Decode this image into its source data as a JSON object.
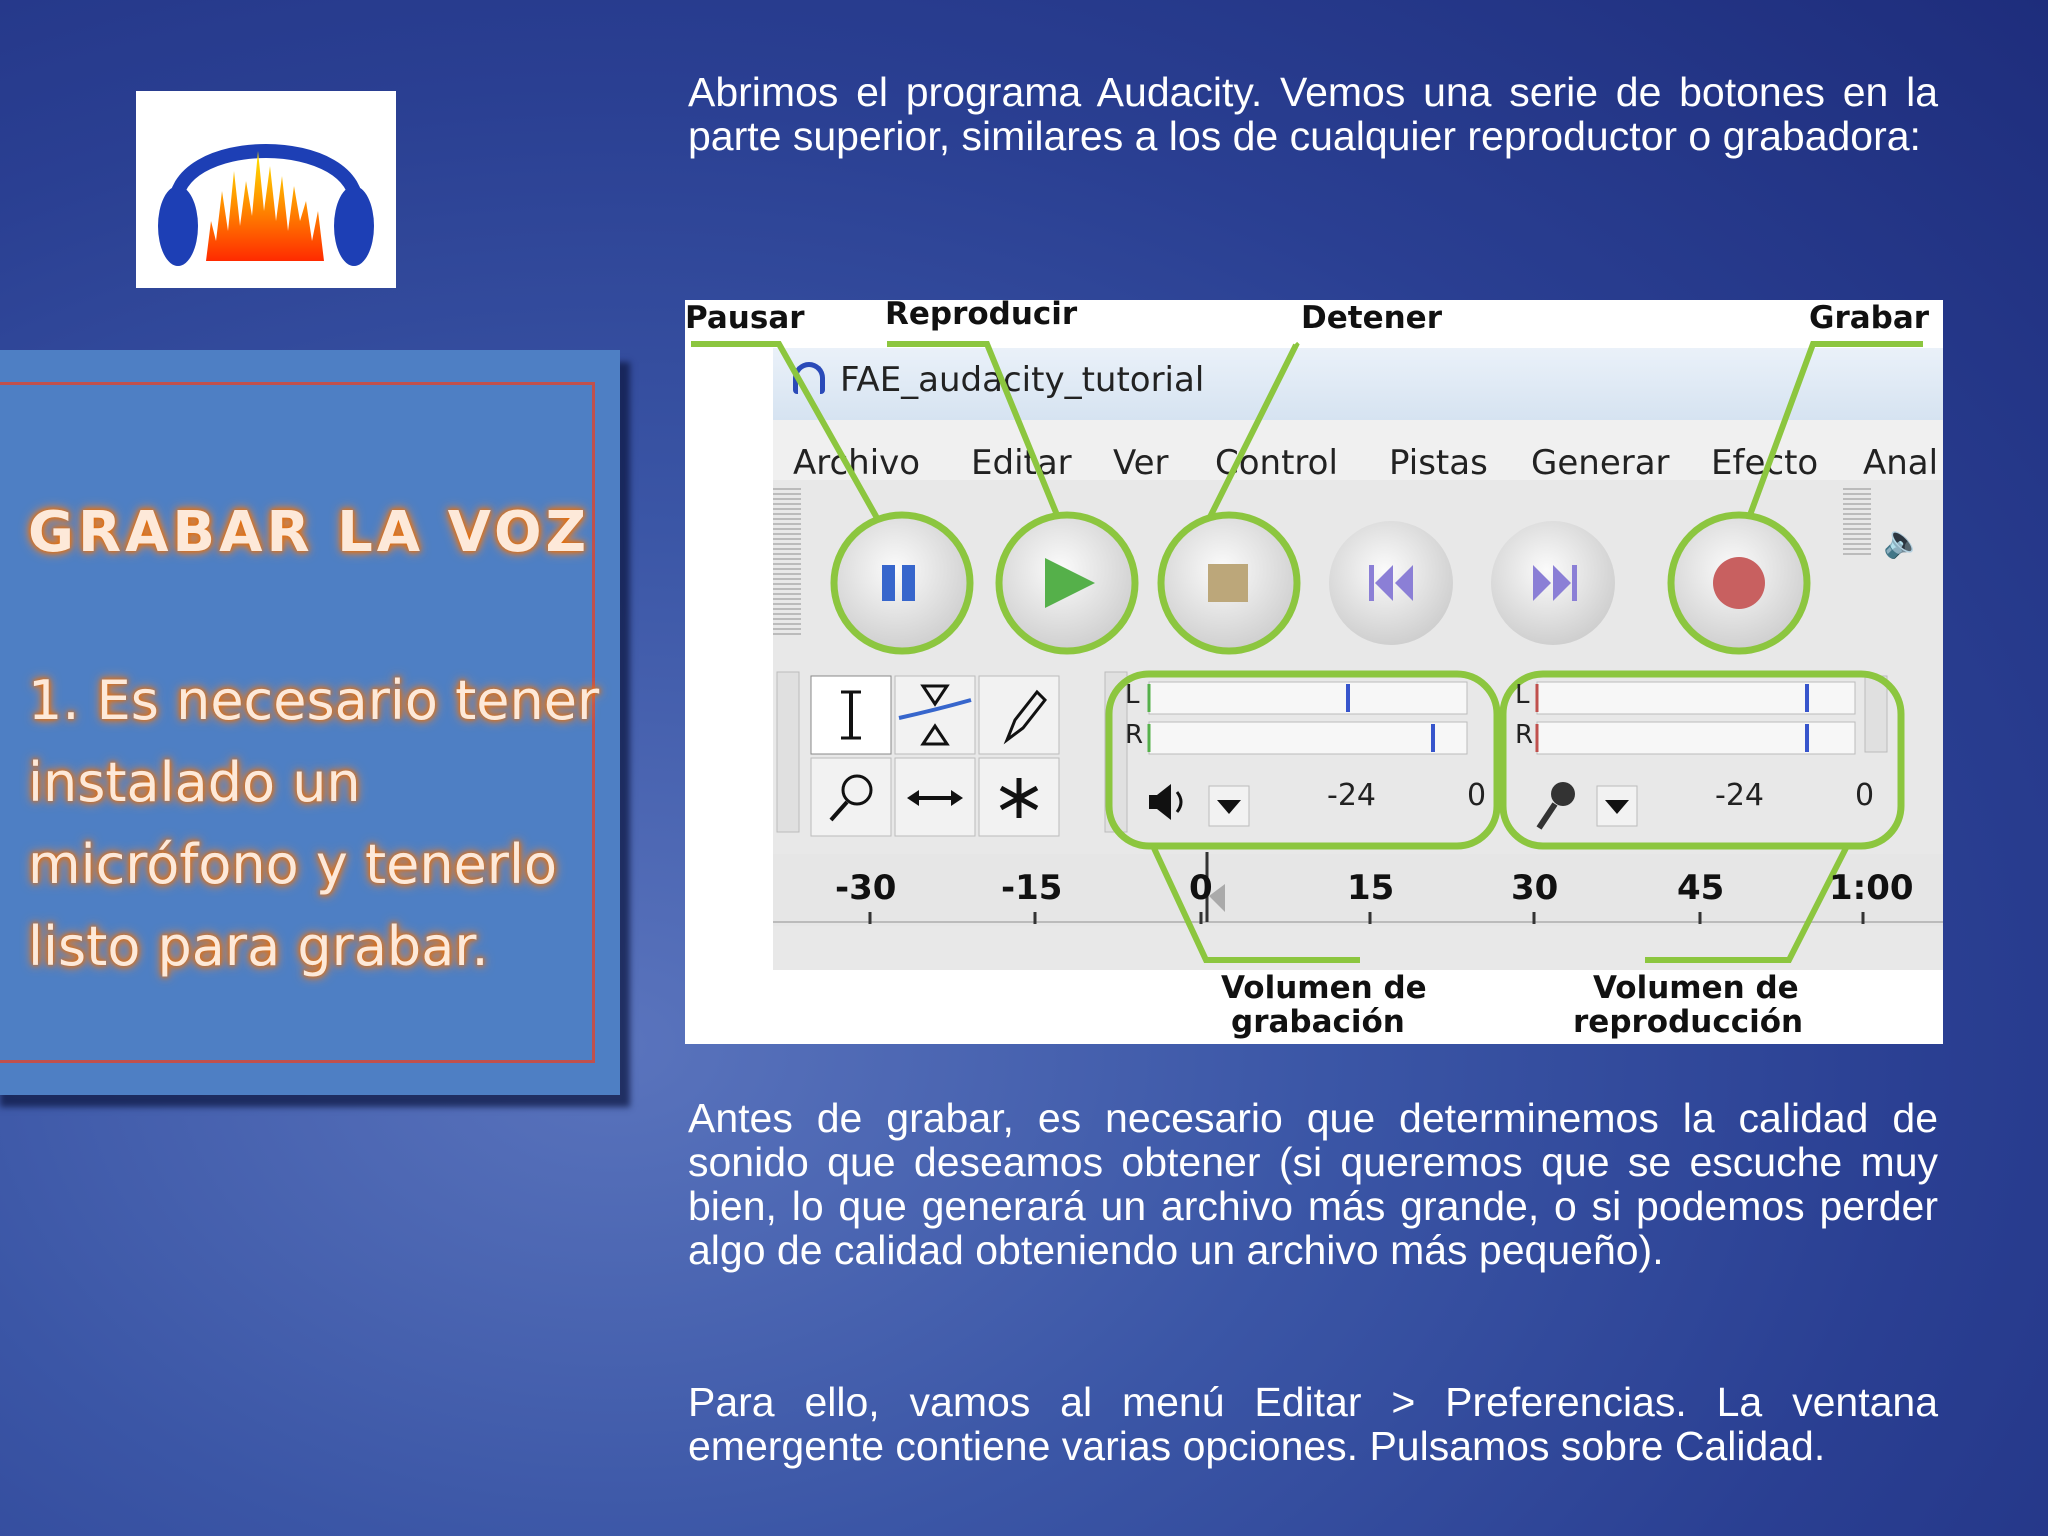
{
  "intro_text": "Abrimos el programa Audacity. Vemos una serie de botones en la parte superior, similares a los de cualquier reproductor o grabadora:",
  "side": {
    "title": "GRABAR LA VOZ",
    "body": "1. Es necesario tener instalado un micrófono y tenerlo listo para grabar."
  },
  "figure": {
    "callouts": {
      "pause": "Pausar",
      "play": "Reproducir",
      "stop": "Detener",
      "record": "Grabar",
      "rec_volume_1": "Volumen de",
      "rec_volume_2": "grabación",
      "play_volume_1": "Volumen de",
      "play_volume_2": "reproducción"
    },
    "window_title": "FAE_audacity_tutorial",
    "menu": [
      "Archivo",
      "Editar",
      "Ver",
      "Control",
      "Pistas",
      "Generar",
      "Efecto",
      "Anal"
    ],
    "meter": {
      "l": "L",
      "r": "R",
      "minus24": "-24",
      "zero": "0"
    },
    "timeline": [
      "-30",
      "-15",
      "0",
      "15",
      "30",
      "45",
      "1:00"
    ],
    "highlight_color": "#8cc63f"
  },
  "para2": "Antes de grabar, es necesario que determinemos la calidad de sonido que deseamos obtener (si queremos que se escuche muy bien, lo que generará un archivo más grande, o si podemos perder algo de calidad obteniendo un archivo más pequeño).",
  "para3": "Para ello, vamos al menú Editar > Preferencias. La ventana emergente contiene varias opciones. Pulsamos sobre Calidad."
}
